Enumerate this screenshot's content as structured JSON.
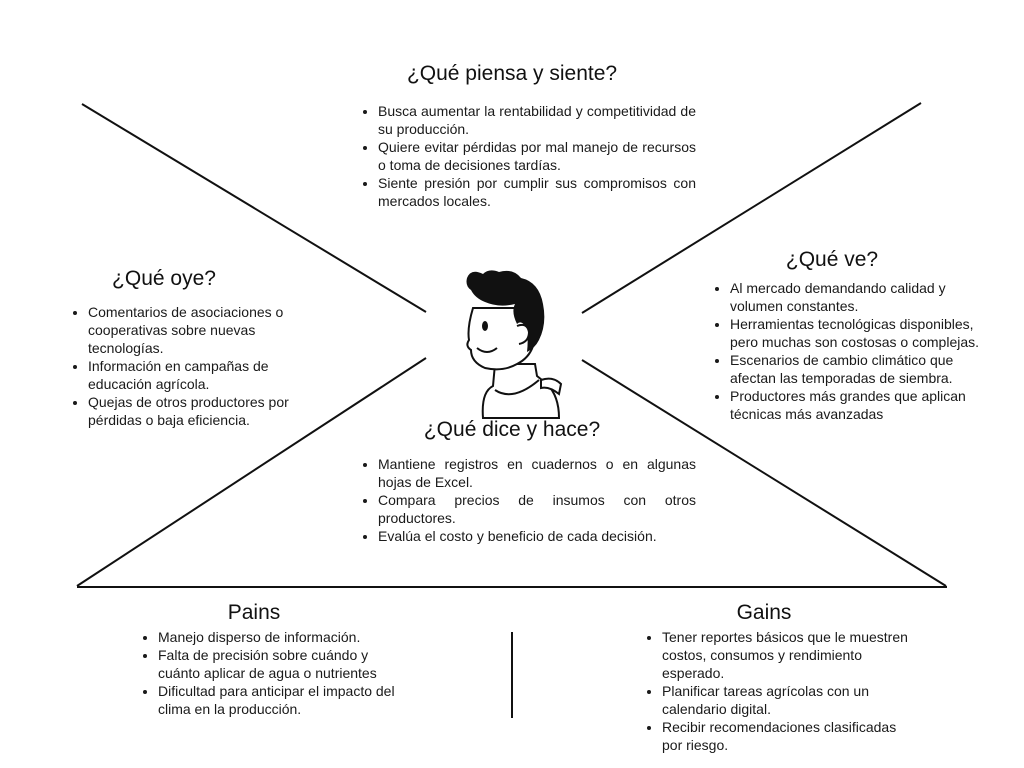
{
  "thinks_feels": {
    "title": "¿Qué piensa y siente?",
    "items": [
      "Busca aumentar la rentabilidad y competitividad de su producción.",
      "Quiere evitar pérdidas por mal manejo de recursos o toma de decisiones tardías.",
      "Siente presión por cumplir sus compromisos con  mercados locales."
    ]
  },
  "hears": {
    "title": "¿Qué oye?",
    "items": [
      "Comentarios de asociaciones o cooperativas sobre nuevas tecnologías.",
      "Información en campañas de educación agrícola.",
      "Quejas de otros productores por pérdidas o baja eficiencia."
    ]
  },
  "sees": {
    "title": "¿Qué ve?",
    "items": [
      "Al mercado demandando calidad y volumen constantes.",
      "Herramientas tecnológicas disponibles, pero muchas son costosas o complejas.",
      "Escenarios de cambio climático que afectan las temporadas de siembra.",
      "Productores más grandes que aplican técnicas más avanzadas"
    ]
  },
  "says_does": {
    "title": "¿Qué dice y hace?",
    "items": [
      "Mantiene registros en cuadernos o en algunas hojas de Excel.",
      "Compara precios de insumos con otros productores.",
      "Evalúa el costo y beneficio de cada decisión."
    ]
  },
  "pains": {
    "title": "Pains",
    "items": [
      "Manejo disperso de información.",
      "Falta de precisión sobre cuándo y cuánto aplicar de agua o nutrientes",
      "Dificultad para anticipar el impacto del clima en la producción."
    ]
  },
  "gains": {
    "title": "Gains",
    "items": [
      "Tener reportes básicos que le muestren costos, consumos y rendimiento esperado.",
      "Planificar tareas agrícolas con un calendario digital.",
      "Recibir recomendaciones clasificadas por riesgo."
    ]
  },
  "icons": {
    "persona": "user-avatar-illustration"
  }
}
